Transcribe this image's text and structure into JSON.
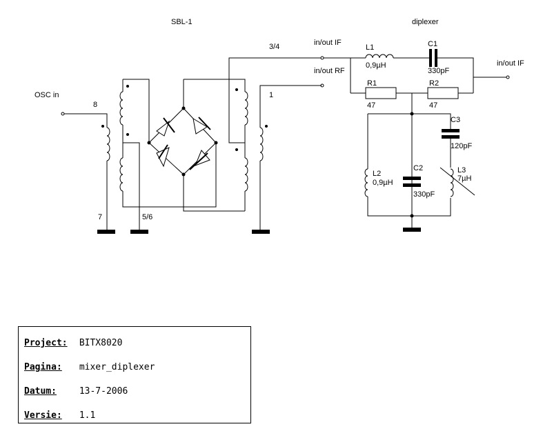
{
  "labels": {
    "sbl": "SBL-1",
    "diplexer": "diplexer",
    "osc_in": "OSC in",
    "pin8": "8",
    "pin7": "7",
    "pin56": "5/6",
    "pin34": "3/4",
    "pin1": "1",
    "inout_if_left": "in/out IF",
    "inout_rf": "in/out RF",
    "inout_if_right": "in/out IF",
    "L1": "L1",
    "L1_val": "0,9µH",
    "C1": "C1",
    "C1_val": "330pF",
    "R1": "R1",
    "R1_val": "47",
    "R2": "R2",
    "R2_val": "47",
    "C3": "C3",
    "C3_val": "120pF",
    "L2": "L2",
    "L2_val": "0,9µH",
    "C2": "C2",
    "C2_val": "330pF",
    "L3": "L3",
    "L3_val": "7µH"
  },
  "titleblock": {
    "project_key": "Project:",
    "project_val": "BITX8020",
    "pagina_key": "Pagina:",
    "pagina_val": "mixer_diplexer",
    "datum_key": "Datum:",
    "datum_val": "13-7-2006",
    "versie_key": "Versie:",
    "versie_val": "1.1"
  }
}
